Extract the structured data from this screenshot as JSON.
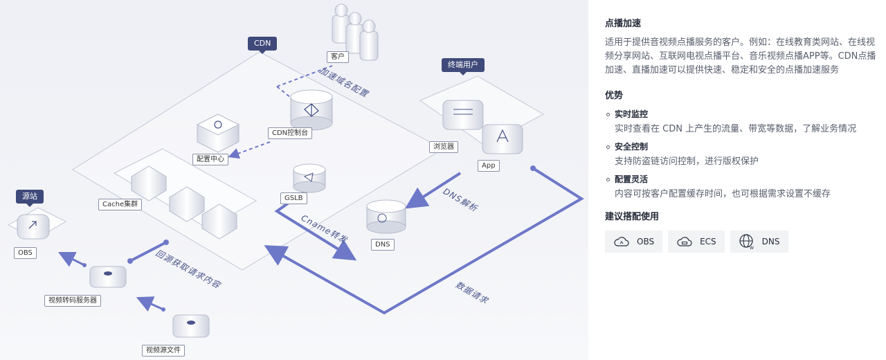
{
  "diagram": {
    "tags": {
      "cdn": "CDN",
      "end_user": "终端用户",
      "origin": "源站"
    },
    "nodes": {
      "client": "客户",
      "cdn_console": "CDN控制台",
      "config_center": "配置中心",
      "browser": "浏览器",
      "app": "App",
      "gslb": "GSLB",
      "cache_cluster": "Cache集群",
      "dns": "DNS",
      "obs": "OBS",
      "transcode_server": "视频转码服务器",
      "source_file": "视频源文件"
    },
    "flows": {
      "domain_config": "加速域名配置",
      "dns_resolve": "DNS解析",
      "cname_forward": "Cname转发",
      "back_to_origin": "回源获取请求内容",
      "data_request": "数据请求"
    },
    "colors": {
      "accent": "#6e78c8",
      "tag": "#3f4a7a"
    }
  },
  "panel": {
    "title": "点播加速",
    "description": "适用于提供音视频点播服务的客户。例如：在线教育类网站、在线视频分享网站、互联网电视点播平台、音乐视频点播APP等。CDN点播加速、直播加速可以提供快速、稳定和安全的点播加速服务",
    "advantages_title": "优势",
    "advantages": [
      {
        "title": "实时监控",
        "desc": "实时查看在 CDN 上产生的流量、带宽等数据，了解业务情况"
      },
      {
        "title": "安全控制",
        "desc": "支持防盗链访问控制，进行版权保护"
      },
      {
        "title": "配置灵活",
        "desc": "内容可按客户配置缓存时间，也可根据需求设置不缓存"
      }
    ],
    "recommend_title": "建议搭配使用",
    "chips": [
      {
        "label": "OBS",
        "icon": "cloud-icon"
      },
      {
        "label": "ECS",
        "icon": "cloud-server-icon"
      },
      {
        "label": "DNS",
        "icon": "globe-icon"
      }
    ]
  }
}
